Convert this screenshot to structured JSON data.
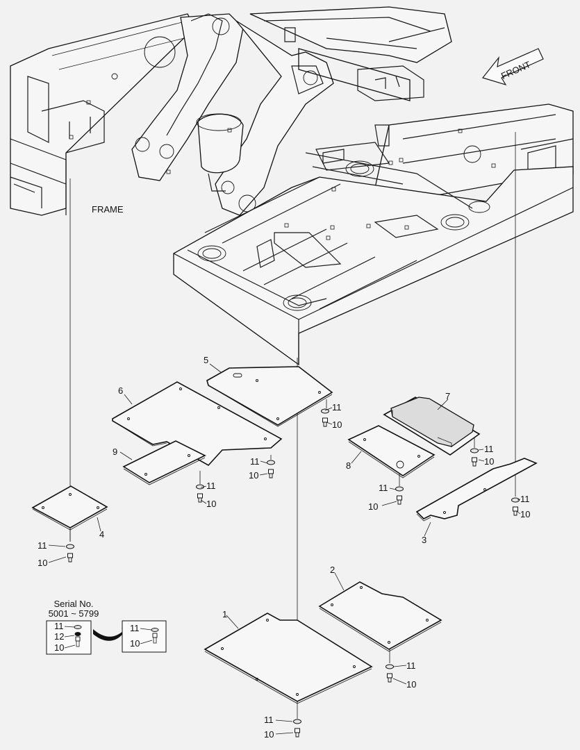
{
  "labels": {
    "frame": "FRAME",
    "front": "FRONT",
    "serial_title": "Serial No.",
    "serial_range": "5001 ~ 5799"
  },
  "callouts": [
    "1",
    "2",
    "3",
    "4",
    "5",
    "6",
    "7",
    "8",
    "9",
    "10",
    "11",
    "12"
  ]
}
